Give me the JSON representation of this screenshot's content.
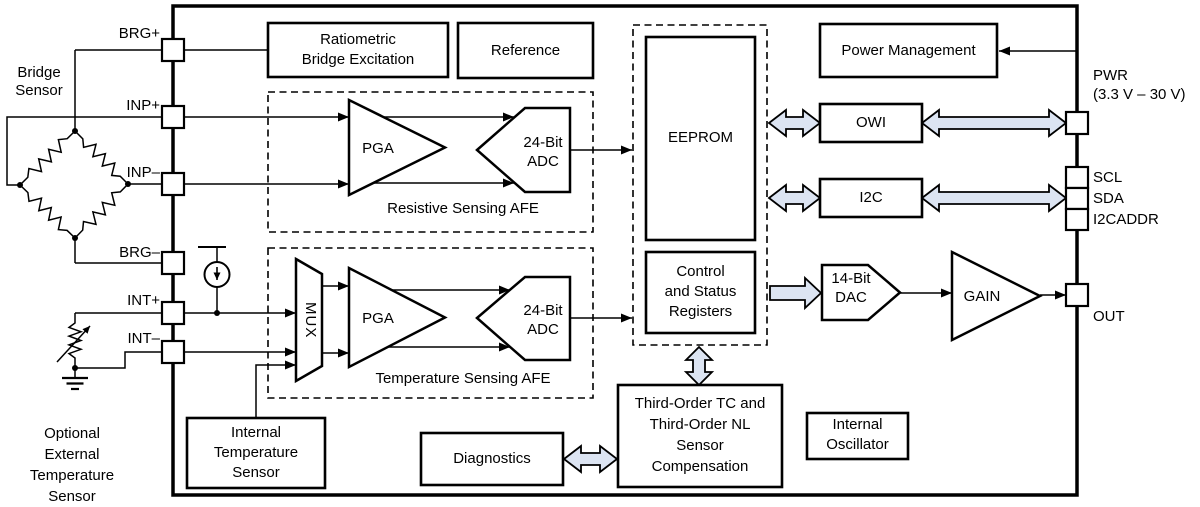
{
  "colors": {
    "block_arrow_fill": "#dce4f2",
    "line": "#000000"
  },
  "external_labels": {
    "bridge_sensor": "Bridge\nSensor",
    "optional_temp": "Optional\nExternal\nTemperature\nSensor"
  },
  "pins": {
    "brg_plus": "BRG+",
    "inp_plus": "INP+",
    "inp_minus": "INP–",
    "brg_minus": "BRG–",
    "int_plus": "INT+",
    "int_minus": "INT–",
    "pwr": "PWR",
    "pwr_range": "(3.3 V – 30 V)",
    "scl": "SCL",
    "sda": "SDA",
    "i2caddr": "I2CADDR",
    "out": "OUT"
  },
  "blocks": {
    "ratiometric": "Ratiometric\nBridge Excitation",
    "reference": "Reference",
    "eeprom": "EEPROM",
    "control_status": "Control\nand Status\nRegisters",
    "power_management": "Power Management",
    "owi": "OWI",
    "i2c": "I2C",
    "internal_temp_sensor": "Internal\nTemperature\nSensor",
    "diagnostics": "Diagnostics",
    "compensation": "Third-Order TC and\nThird-Order NL\nSensor\nCompensation",
    "internal_oscillator": "Internal\nOscillator"
  },
  "afe": {
    "resistive": "Resistive Sensing AFE",
    "temperature": "Temperature Sensing AFE"
  },
  "shapes": {
    "pga": "PGA",
    "adc": "24-Bit\nADC",
    "mux": "MUX",
    "dac": "14-Bit\nDAC",
    "gain": "GAIN"
  }
}
